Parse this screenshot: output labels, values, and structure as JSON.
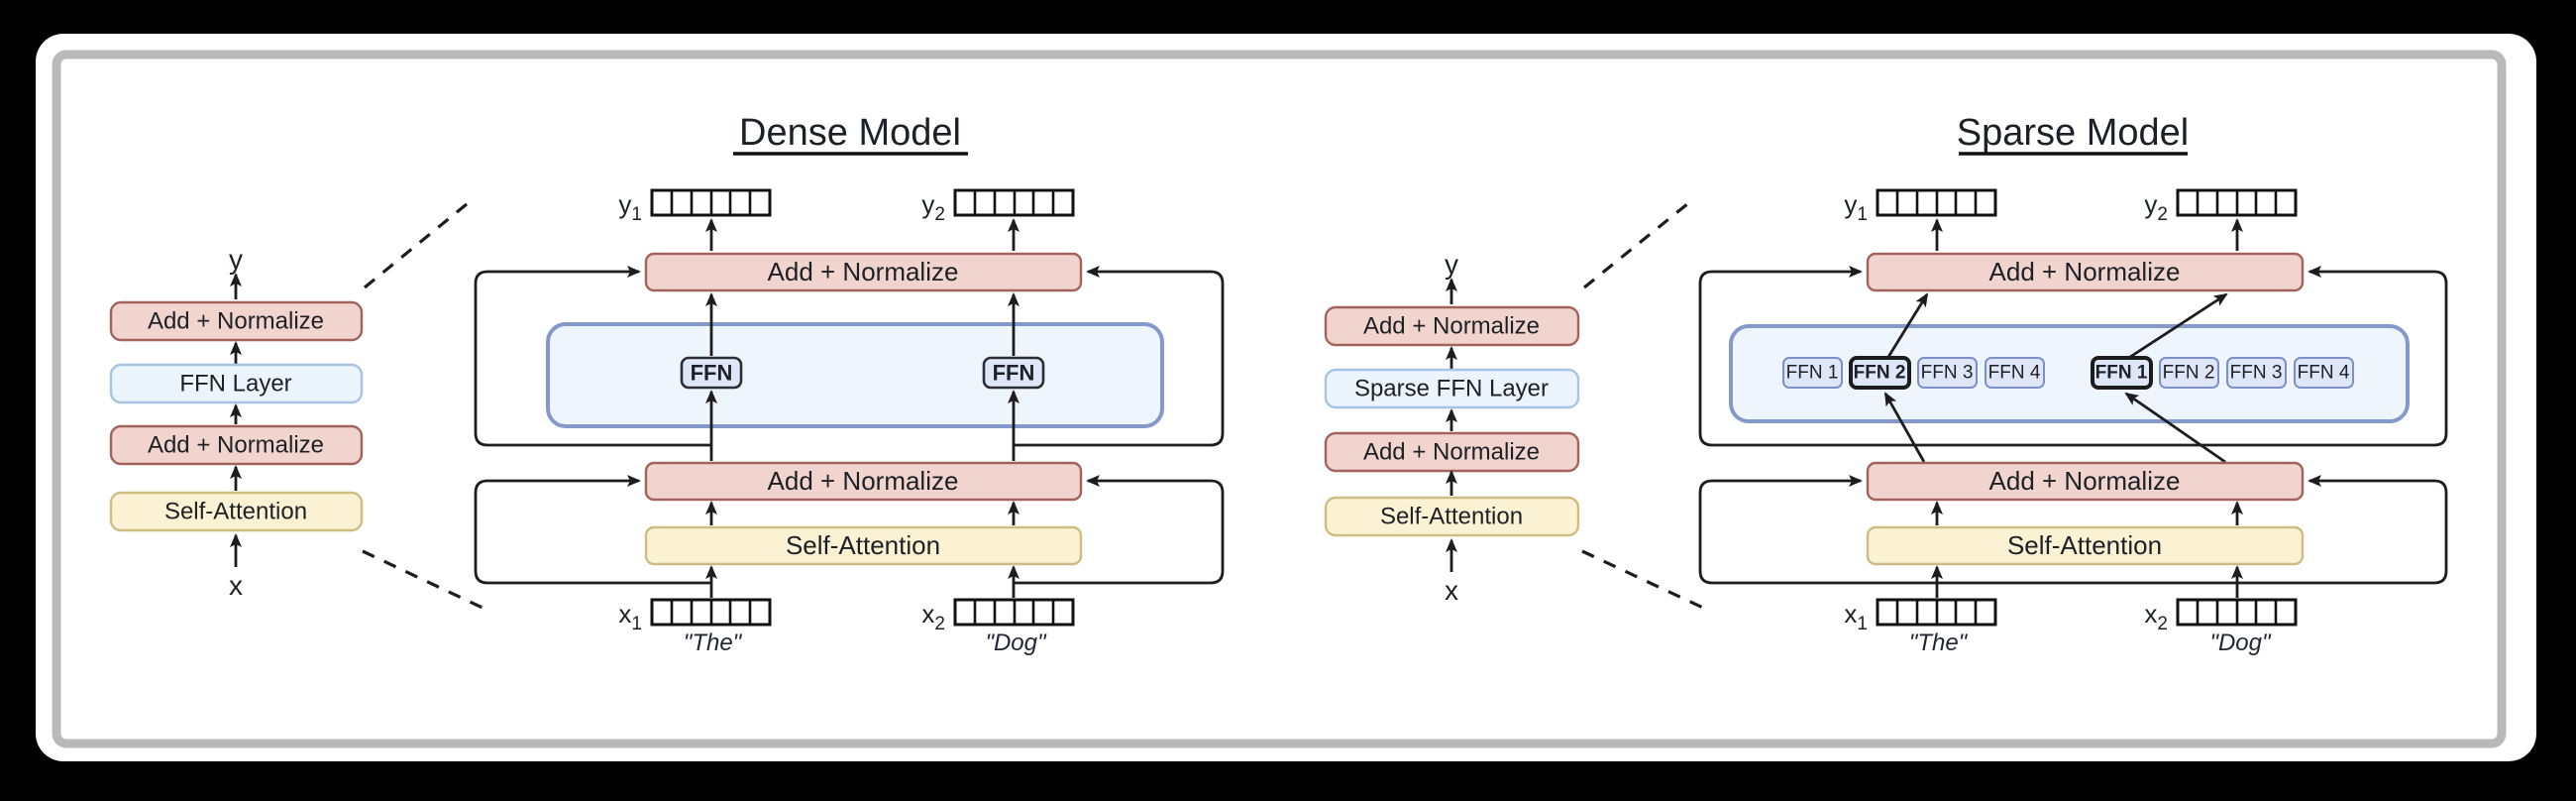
{
  "dense": {
    "title": "Dense Model",
    "stack": {
      "y_label": "y",
      "add_normalize_1": "Add + Normalize",
      "ffn_layer": "FFN Layer",
      "add_normalize_2": "Add + Normalize",
      "self_attention": "Self-Attention",
      "x_label": "x"
    },
    "detail": {
      "add_normalize_top": "Add + Normalize",
      "ffn_left": "FFN",
      "ffn_right": "FFN",
      "add_normalize_mid": "Add + Normalize",
      "self_attention": "Self-Attention",
      "tokens": {
        "y1": {
          "base": "y",
          "sub": "1"
        },
        "y2": {
          "base": "y",
          "sub": "2"
        },
        "x1": {
          "base": "x",
          "sub": "1"
        },
        "x2": {
          "base": "x",
          "sub": "2"
        }
      },
      "words": {
        "word_1": "\"The\"",
        "word_2": "\"Dog\""
      }
    }
  },
  "sparse": {
    "title": "Sparse Model",
    "stack": {
      "y_label": "y",
      "add_normalize_1": "Add + Normalize",
      "ffn_layer": "Sparse FFN Layer",
      "add_normalize_2": "Add + Normalize",
      "self_attention": "Self-Attention",
      "x_label": "x"
    },
    "detail": {
      "add_normalize_top": "Add + Normalize",
      "experts_left": [
        "FFN 1",
        "FFN 2",
        "FFN 3",
        "FFN 4"
      ],
      "experts_right": [
        "FFN 1",
        "FFN 2",
        "FFN 3",
        "FFN 4"
      ],
      "selected_left_expert": "FFN 2",
      "selected_right_expert": "FFN 1",
      "add_normalize_mid": "Add + Normalize",
      "self_attention": "Self-Attention",
      "tokens": {
        "y1": {
          "base": "y",
          "sub": "1"
        },
        "y2": {
          "base": "y",
          "sub": "2"
        },
        "x1": {
          "base": "x",
          "sub": "1"
        },
        "x2": {
          "base": "x",
          "sub": "2"
        }
      },
      "words": {
        "word_1": "\"The\"",
        "word_2": "\"Dog\""
      }
    }
  },
  "colors": {
    "background": "#000000",
    "card": "#ffffff",
    "card_border": "#b9b9b9",
    "add_normalize_fill": "#f2d4cf",
    "add_normalize_stroke": "#a2635d",
    "ffn_layer_fill": "#ecf5fd",
    "ffn_layer_stroke": "#a6c3e2",
    "self_attention_fill": "#fbf2d3",
    "self_attention_stroke": "#cdbc83",
    "container_fill": "#eef5fc",
    "container_stroke": "#8498cb",
    "ffn_box_fill": "#dfe6f8",
    "ffn_box_stroke": "#2b2e36",
    "expert_fill": "#dfe6f8",
    "expert_stroke": "#7c8fc9",
    "expert_selected_stroke": "#1c1c1c",
    "line": "#1d1d1f"
  }
}
